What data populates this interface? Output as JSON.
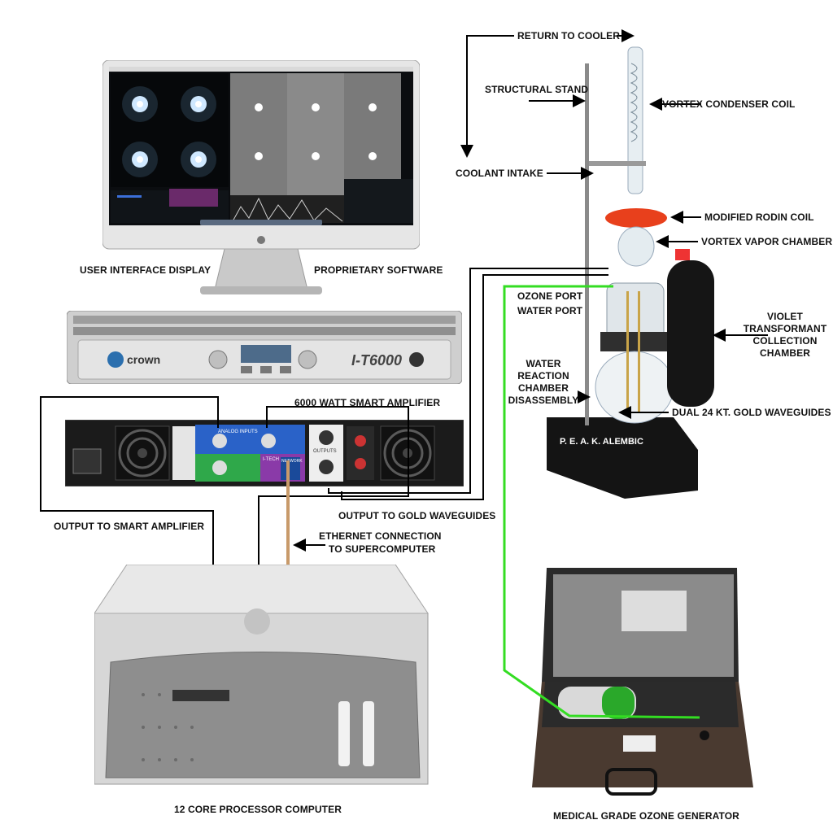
{
  "labels": {
    "return_to_cooler": "RETURN TO COOLER",
    "structural_stand": "STRUCTURAL STAND",
    "vortex_condenser_coil": "VORTEX CONDENSER COIL",
    "coolant_intake": "COOLANT INTAKE",
    "modified_rodin_coil": "MODIFIED RODIN COIL",
    "vortex_vapor_chamber": "VORTEX VAPOR CHAMBER",
    "ozone_port": "OZONE PORT",
    "water_port": "WATER PORT",
    "violet_line1": "VIOLET",
    "violet_line2": "TRANSFORMANT",
    "violet_line3": "COLLECTION",
    "violet_line4": "CHAMBER",
    "water_line1": "WATER",
    "water_line2": "REACTION",
    "water_line3": "CHAMBER",
    "water_line4": "DISASSEMBLY",
    "dual_gold_waveguides": "DUAL 24 KT. GOLD WAVEGUIDES",
    "user_interface_display": "USER INTERFACE DISPLAY",
    "proprietary_software": "PROPRIETARY SOFTWARE",
    "smart_amplifier_6000": "6000 WATT SMART AMPLIFIER",
    "output_to_gold_waveguides": "OUTPUT TO GOLD WAVEGUIDES",
    "output_to_smart_amplifier": "OUTPUT TO SMART AMPLIFIER",
    "ethernet_line1": "ETHERNET CONNECTION",
    "ethernet_line2": "TO SUPERCOMPUTER",
    "processor_computer": "12 CORE PROCESSOR COMPUTER",
    "ozone_generator": "MEDICAL GRADE OZONE GENERATOR"
  },
  "device_text": {
    "alembic_plate": "P. E. A. K. ALEMBIC",
    "amp_brand": "crown",
    "amp_model": "I-T6000",
    "amp_series": "I-TECH",
    "analog_inputs": "ANALOG INPUTS",
    "outputs": "OUTPUTS",
    "network": "NETWORK"
  },
  "colors": {
    "label_text": "#111111",
    "wire_black": "#000000",
    "ozone_line_green": "#33dd22",
    "rodin_coil_red": "#e8401c",
    "collection_chamber_black": "#151515",
    "ethernet_cable": "#c89a6a",
    "amp_panel_blue": "#2a62c8",
    "amp_panel_green": "#2fa84a",
    "amp_panel_purple": "#8a3aa8",
    "screen_dark": "#0b0d10"
  },
  "icons": {
    "apple_logo": "apple-logo-icon",
    "fan": "fan-icon"
  }
}
